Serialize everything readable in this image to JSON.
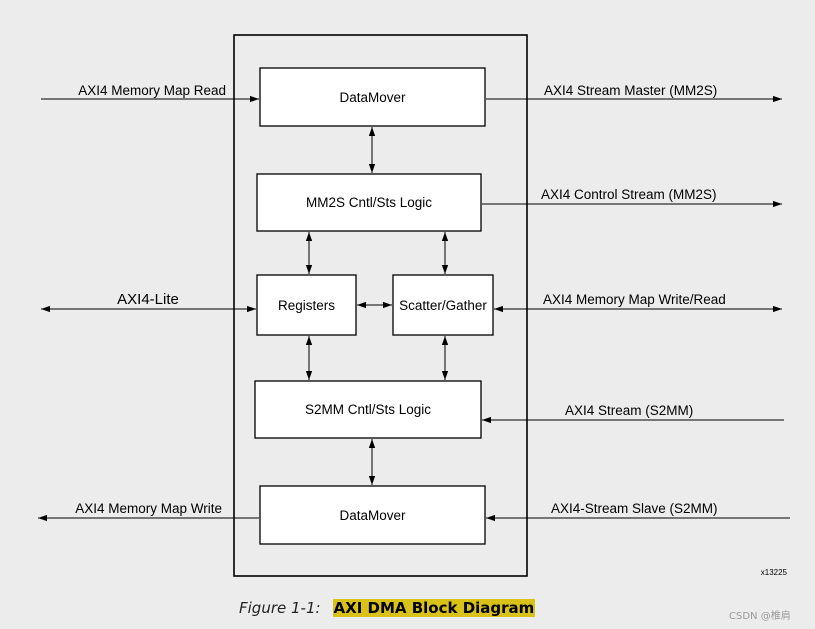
{
  "blocks": {
    "datamover_top": "DataMover",
    "mm2s_logic": "MM2S Cntl/Sts Logic",
    "registers": "Registers",
    "scatter_gather": "Scatter/Gather",
    "s2mm_logic": "S2MM Cntl/Sts Logic",
    "datamover_bottom": "DataMover"
  },
  "signals": {
    "axi4_mm_read": "AXI4 Memory Map Read",
    "axi4_stream_master": "AXI4 Stream Master (MM2S)",
    "axi4_control_stream": "AXI4 Control Stream (MM2S)",
    "axi4_lite": "AXI4-Lite",
    "axi4_mm_write_read": "AXI4 Memory Map Write/Read",
    "axi4_stream_s2mm": "AXI4 Stream (S2MM)",
    "axi4_mm_write": "AXI4 Memory Map Write",
    "axi4_stream_slave": "AXI4-Stream Slave (S2MM)"
  },
  "figure_id": "x13225",
  "caption": {
    "prefix": "Figure 1-1:",
    "title": "AXI DMA Block Diagram"
  },
  "watermark": "CSDN @椎肩"
}
